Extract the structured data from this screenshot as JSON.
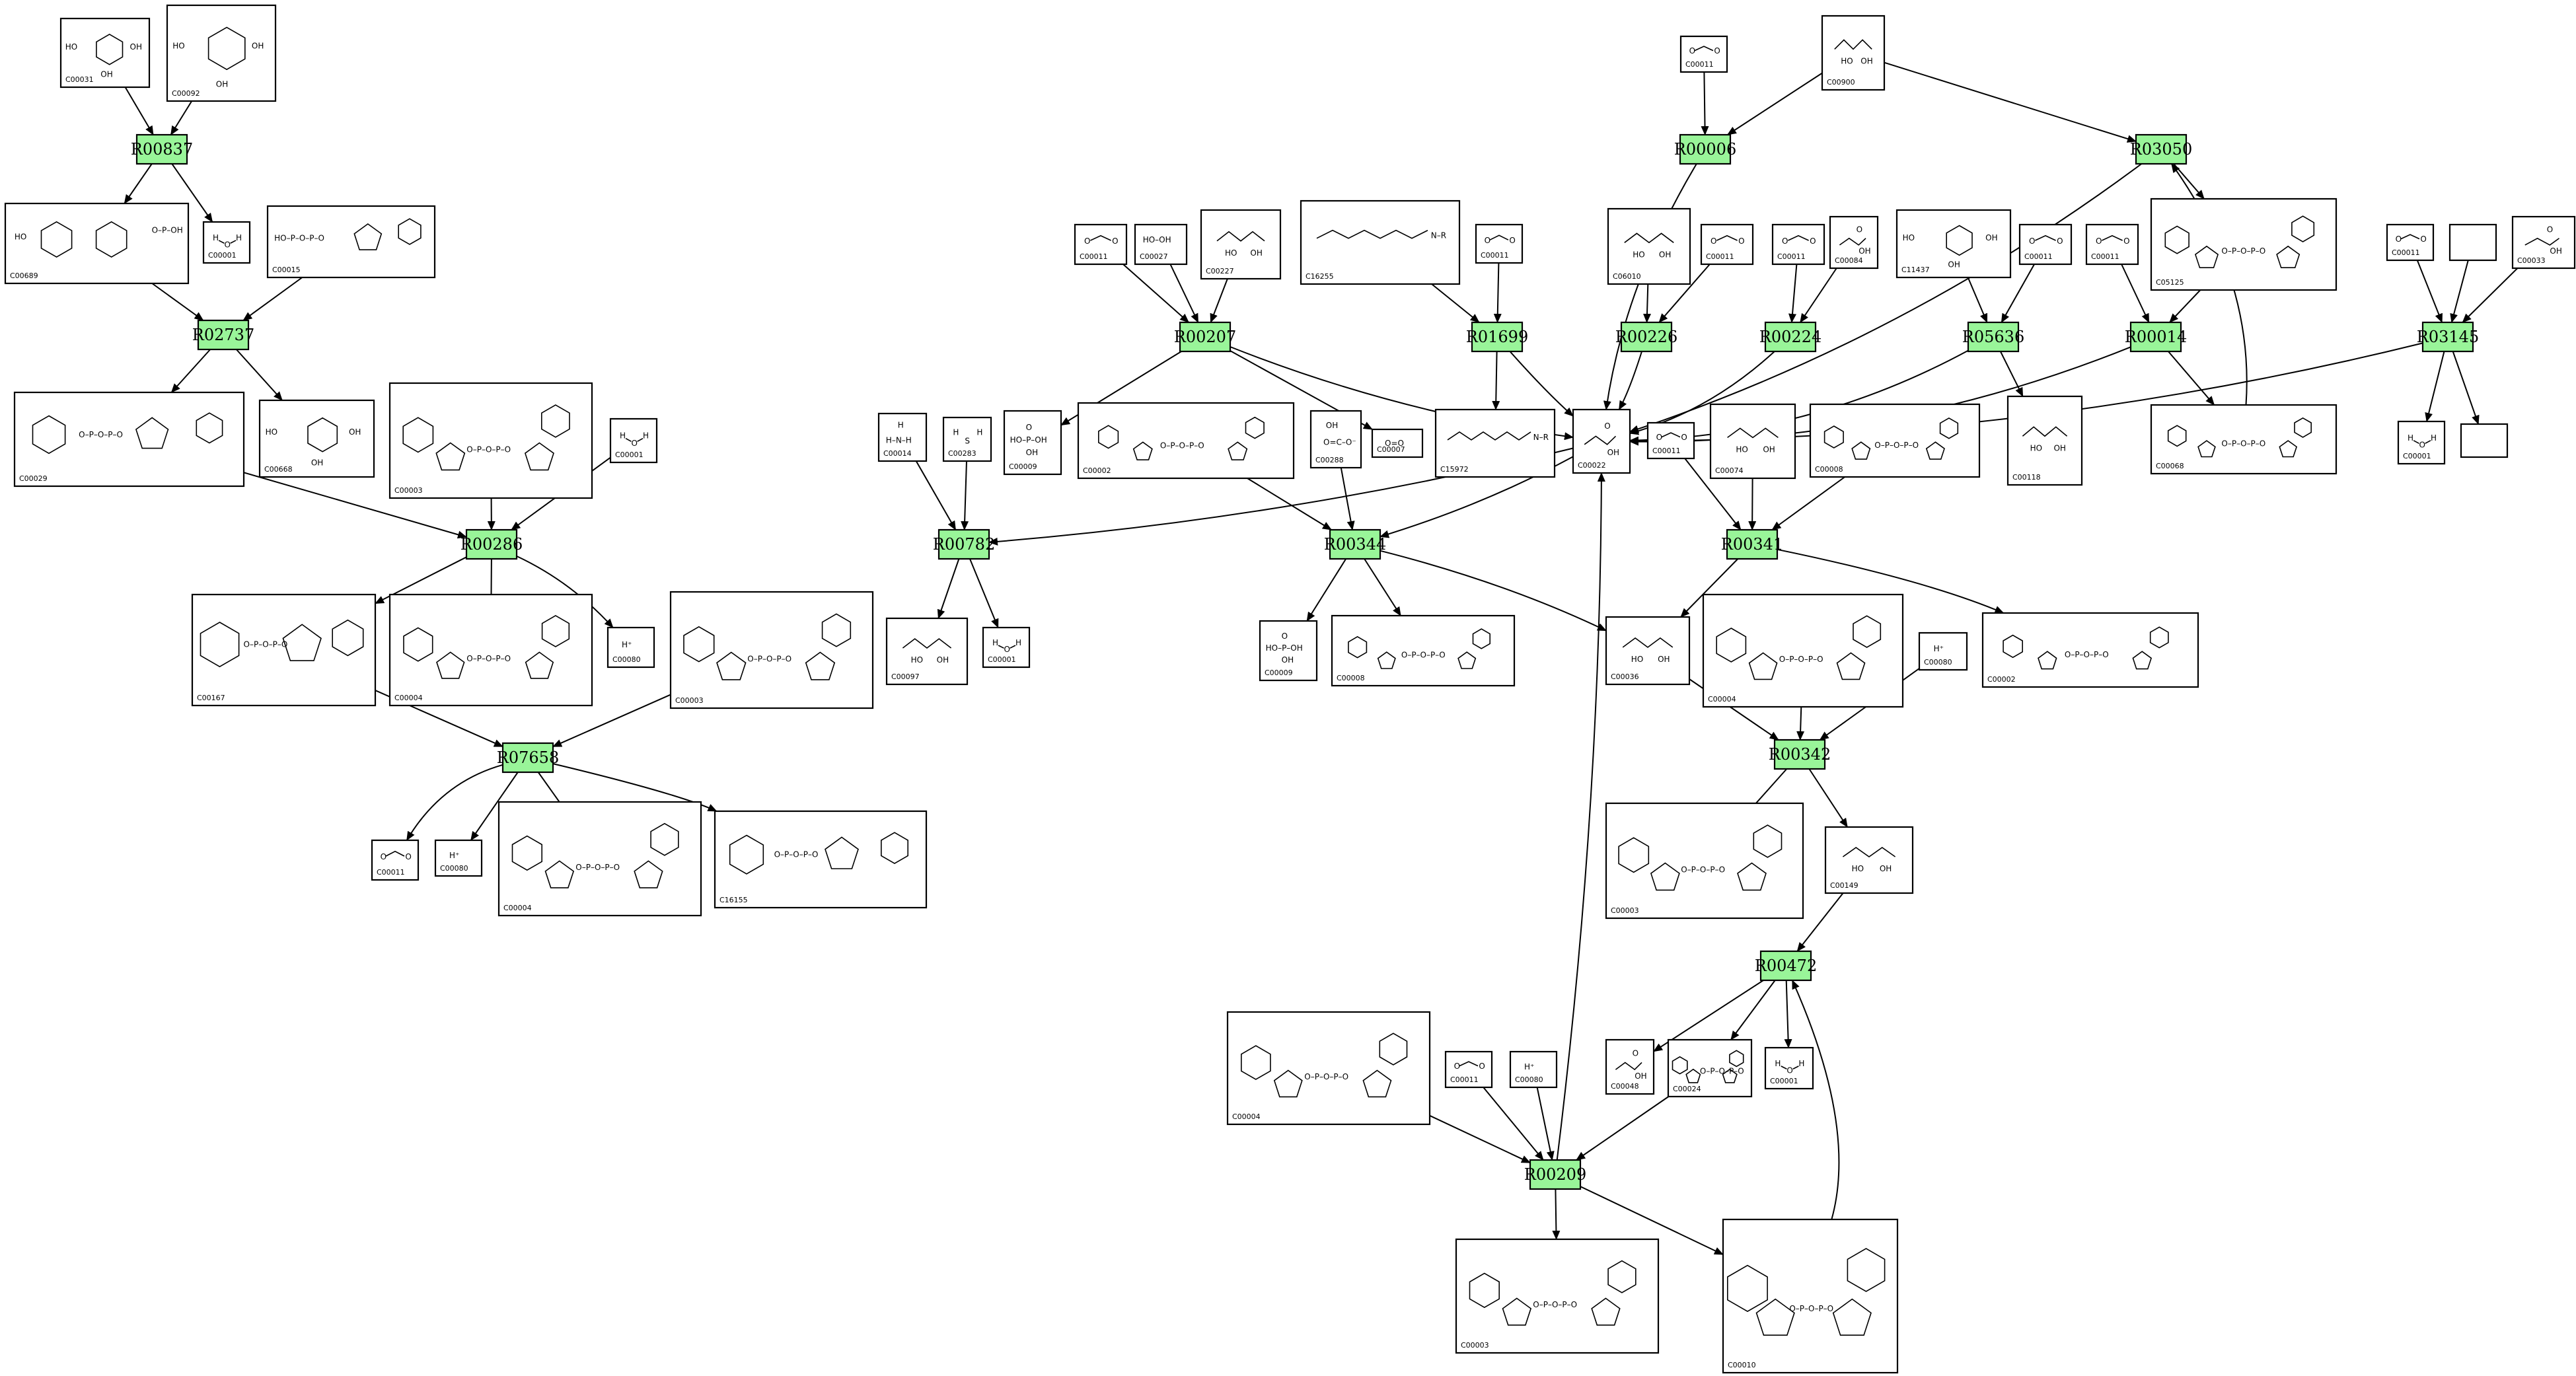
{
  "reactions": [
    {
      "id": "R00837",
      "label": "R00837"
    },
    {
      "id": "R02737",
      "label": "R02737"
    },
    {
      "id": "R00286",
      "label": "R00286"
    },
    {
      "id": "R07658",
      "label": "R07658"
    },
    {
      "id": "R00207",
      "label": "R00207"
    },
    {
      "id": "R01699",
      "label": "R01699"
    },
    {
      "id": "R00782",
      "label": "R00782"
    },
    {
      "id": "R00344",
      "label": "R00344"
    },
    {
      "id": "R00006",
      "label": "R00006"
    },
    {
      "id": "R00226",
      "label": "R00226"
    },
    {
      "id": "R00224",
      "label": "R00224"
    },
    {
      "id": "R05636",
      "label": "R05636"
    },
    {
      "id": "R00014",
      "label": "R00014"
    },
    {
      "id": "R03050",
      "label": "R03050"
    },
    {
      "id": "R03145",
      "label": "R03145"
    },
    {
      "id": "R00341",
      "label": "R00341"
    },
    {
      "id": "R00342",
      "label": "R00342"
    },
    {
      "id": "R00472",
      "label": "R00472"
    },
    {
      "id": "R00209",
      "label": "R00209"
    }
  ],
  "compounds": [
    {
      "id": "c1",
      "label": "C00031",
      "mol": "sugar"
    },
    {
      "id": "c2",
      "label": "C00092",
      "mol": "sugarP"
    },
    {
      "id": "c3",
      "label": "C00001",
      "mol": "water"
    },
    {
      "id": "c4",
      "label": "C00689",
      "mol": "disaccharide"
    },
    {
      "id": "c5",
      "label": "C00015",
      "mol": "nucleotide"
    },
    {
      "id": "c6",
      "label": "C00029",
      "mol": "udpsugar"
    },
    {
      "id": "c7",
      "label": "C00668",
      "mol": "sugarP"
    },
    {
      "id": "c8",
      "label": "C00003",
      "mol": "nad"
    },
    {
      "id": "c9",
      "label": "C00001",
      "mol": "water"
    },
    {
      "id": "c10",
      "label": "C00167",
      "mol": "udpsugar"
    },
    {
      "id": "c11",
      "label": "C00004",
      "mol": "nad"
    },
    {
      "id": "c12",
      "label": "C00080",
      "mol": "proton"
    },
    {
      "id": "c13",
      "label": "C00003",
      "mol": "nad"
    },
    {
      "id": "c14",
      "label": "C00011",
      "mol": "co2"
    },
    {
      "id": "c15",
      "label": "C00080",
      "mol": "proton"
    },
    {
      "id": "c16",
      "label": "C00004",
      "mol": "nad"
    },
    {
      "id": "c17",
      "label": "C16155",
      "mol": "udpsugar"
    },
    {
      "id": "c18",
      "label": "C00011",
      "mol": "co2"
    },
    {
      "id": "c19",
      "label": "C00027",
      "mol": "h2o2"
    },
    {
      "id": "c20",
      "label": "C00227",
      "mol": "acetylP"
    },
    {
      "id": "c21",
      "label": "C16255",
      "mol": "chain"
    },
    {
      "id": "c22",
      "label": "C00011",
      "mol": "co2"
    },
    {
      "id": "c23",
      "label": "C00009",
      "mol": "phosphate"
    },
    {
      "id": "c24",
      "label": "C00002",
      "mol": "atp"
    },
    {
      "id": "c25",
      "label": "C00288",
      "mol": "bicarb"
    },
    {
      "id": "c26",
      "label": "C00007",
      "mol": "o2"
    },
    {
      "id": "c27",
      "label": "C15972",
      "mol": "lipoyl"
    },
    {
      "id": "c28",
      "label": "C00022",
      "mol": "pyruvate"
    },
    {
      "id": "c29",
      "label": "C00014",
      "mol": "ammonia"
    },
    {
      "id": "c30",
      "label": "C00283",
      "mol": "h2s"
    },
    {
      "id": "c31",
      "label": "C00097",
      "mol": "cysteine"
    },
    {
      "id": "c32",
      "label": "C00001",
      "mol": "water"
    },
    {
      "id": "c33",
      "label": "C00009",
      "mol": "phosphate"
    },
    {
      "id": "c34",
      "label": "C00008",
      "mol": "adp"
    },
    {
      "id": "c35",
      "label": "C00011",
      "mol": "co2"
    },
    {
      "id": "c36",
      "label": "C00900",
      "mol": "acetolactate"
    },
    {
      "id": "c37",
      "label": "C06010",
      "mol": "acetolactate"
    },
    {
      "id": "c38",
      "label": "C00011",
      "mol": "co2"
    },
    {
      "id": "c39",
      "label": "C00011",
      "mol": "co2"
    },
    {
      "id": "c40",
      "label": "C00084",
      "mol": "acetaldehyde"
    },
    {
      "id": "c41",
      "label": "C11437",
      "mol": "sugarP"
    },
    {
      "id": "c42",
      "label": "C00011",
      "mol": "co2"
    },
    {
      "id": "c43",
      "label": "C00118",
      "mol": "g3p"
    },
    {
      "id": "c44",
      "label": "C00011",
      "mol": "co2"
    },
    {
      "id": "c45",
      "label": "C05125",
      "mol": "tpp"
    },
    {
      "id": "c46",
      "label": "C00068",
      "mol": "tpp"
    },
    {
      "id": "c47",
      "label": "C00011",
      "mol": "co2"
    },
    {
      "id": "c48",
      "label": "",
      "mol": "empty"
    },
    {
      "id": "c49",
      "label": "C00033",
      "mol": "acetate"
    },
    {
      "id": "c50",
      "label": "C00001",
      "mol": "water"
    },
    {
      "id": "c51",
      "label": "",
      "mol": "empty"
    },
    {
      "id": "c52",
      "label": "C00011",
      "mol": "co2"
    },
    {
      "id": "c53",
      "label": "C00074",
      "mol": "pep"
    },
    {
      "id": "c54",
      "label": "C00008",
      "mol": "adp"
    },
    {
      "id": "c55",
      "label": "C00036",
      "mol": "oxaloacetate"
    },
    {
      "id": "c56",
      "label": "C00004",
      "mol": "nad"
    },
    {
      "id": "c57",
      "label": "C00080",
      "mol": "proton"
    },
    {
      "id": "c58",
      "label": "C00002",
      "mol": "atp"
    },
    {
      "id": "c59",
      "label": "C00003",
      "mol": "nad"
    },
    {
      "id": "c60",
      "label": "C00149",
      "mol": "malate"
    },
    {
      "id": "c61",
      "label": "C00048",
      "mol": "glyoxylate"
    },
    {
      "id": "c62",
      "label": "C00024",
      "mol": "acetylcoa"
    },
    {
      "id": "c63",
      "label": "C00001",
      "mol": "water"
    },
    {
      "id": "c64",
      "label": "C00004",
      "mol": "nad"
    },
    {
      "id": "c65",
      "label": "C00011",
      "mol": "co2"
    },
    {
      "id": "c66",
      "label": "C00080",
      "mol": "proton"
    },
    {
      "id": "c67",
      "label": "C00003",
      "mol": "nad"
    },
    {
      "id": "c68",
      "label": "C00010",
      "mol": "coa"
    }
  ],
  "edges": [
    [
      "c1",
      "R00837"
    ],
    [
      "c2",
      "R00837"
    ],
    [
      "R00837",
      "c4"
    ],
    [
      "R00837",
      "c3"
    ],
    [
      "c4",
      "R02737"
    ],
    [
      "c5",
      "R02737"
    ],
    [
      "R02737",
      "c6"
    ],
    [
      "R02737",
      "c7"
    ],
    [
      "c6",
      "R00286"
    ],
    [
      "c8",
      "R00286"
    ],
    [
      "c9",
      "R00286"
    ],
    [
      "R00286",
      "c10"
    ],
    [
      "R00286",
      "c11"
    ],
    [
      "R00286",
      "c12"
    ],
    [
      "c10",
      "R07658"
    ],
    [
      "c13",
      "R07658"
    ],
    [
      "R07658",
      "c14"
    ],
    [
      "R07658",
      "c15"
    ],
    [
      "R07658",
      "c16"
    ],
    [
      "R07658",
      "c17"
    ],
    [
      "c18",
      "R00207"
    ],
    [
      "c19",
      "R00207"
    ],
    [
      "c20",
      "R00207"
    ],
    [
      "R00207",
      "c23"
    ],
    [
      "R00207",
      "c26"
    ],
    [
      "R00207",
      "c28"
    ],
    [
      "c21",
      "R01699"
    ],
    [
      "c22",
      "R01699"
    ],
    [
      "R01699",
      "c27"
    ],
    [
      "R01699",
      "c28"
    ],
    [
      "c29",
      "R00782"
    ],
    [
      "c30",
      "R00782"
    ],
    [
      "c28",
      "R00782"
    ],
    [
      "R00782",
      "c31"
    ],
    [
      "R00782",
      "c32"
    ],
    [
      "c24",
      "R00344"
    ],
    [
      "c25",
      "R00344"
    ],
    [
      "c28",
      "R00344"
    ],
    [
      "R00344",
      "c33"
    ],
    [
      "R00344",
      "c34"
    ],
    [
      "R00344",
      "c55"
    ],
    [
      "c35",
      "R00006"
    ],
    [
      "c36",
      "R00006"
    ],
    [
      "R00006",
      "c28"
    ],
    [
      "c37",
      "R00226"
    ],
    [
      "c38",
      "R00226"
    ],
    [
      "R00226",
      "c28"
    ],
    [
      "c39",
      "R00224"
    ],
    [
      "c40",
      "R00224"
    ],
    [
      "R00224",
      "c28"
    ],
    [
      "c41",
      "R05636"
    ],
    [
      "c42",
      "R05636"
    ],
    [
      "R05636",
      "c28"
    ],
    [
      "R05636",
      "c43"
    ],
    [
      "c44",
      "R00014"
    ],
    [
      "c45",
      "R00014"
    ],
    [
      "R00014",
      "c28"
    ],
    [
      "R00014",
      "c46"
    ],
    [
      "c36",
      "R03050"
    ],
    [
      "R03050",
      "c45"
    ],
    [
      "R03050",
      "c28"
    ],
    [
      "c46",
      "R03050"
    ],
    [
      "c47",
      "R03145"
    ],
    [
      "c48",
      "R03145"
    ],
    [
      "c49",
      "R03145"
    ],
    [
      "R03145",
      "c28"
    ],
    [
      "R03145",
      "c50"
    ],
    [
      "R03145",
      "c51"
    ],
    [
      "c52",
      "R00341"
    ],
    [
      "c53",
      "R00341"
    ],
    [
      "c54",
      "R00341"
    ],
    [
      "R00341",
      "c55"
    ],
    [
      "R00341",
      "c58"
    ],
    [
      "c55",
      "R00342"
    ],
    [
      "c56",
      "R00342"
    ],
    [
      "c57",
      "R00342"
    ],
    [
      "R00342",
      "c59"
    ],
    [
      "R00342",
      "c60"
    ],
    [
      "c60",
      "R00472"
    ],
    [
      "R00472",
      "c61"
    ],
    [
      "R00472",
      "c62"
    ],
    [
      "R00472",
      "c63"
    ],
    [
      "c64",
      "R00209"
    ],
    [
      "c65",
      "R00209"
    ],
    [
      "c66",
      "R00209"
    ],
    [
      "c62",
      "R00209"
    ],
    [
      "R00209",
      "c67"
    ],
    [
      "R00209",
      "c68"
    ],
    [
      "R00209",
      "c28"
    ],
    [
      "c68",
      "R00472"
    ]
  ]
}
